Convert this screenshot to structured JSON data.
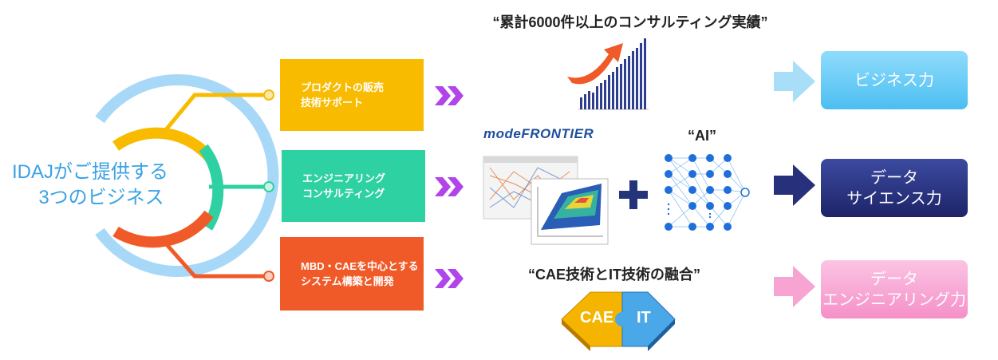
{
  "hub": {
    "title_line1": "IDAJがご提供する",
    "title_line2": "3つのビジネス"
  },
  "services": [
    {
      "line1": "プロダクトの販売",
      "line2": "技術サポート",
      "color": "#f9bb00"
    },
    {
      "line1": "エンジニアリング",
      "line2": "コンサルティング",
      "color": "#2ed1a2"
    },
    {
      "line1": "MBD・CAEを中心とする",
      "line2": "システム構築と開発",
      "color": "#f05a28"
    }
  ],
  "quotes": {
    "consulting": "“累計6000件以上のコンサルティング実績”",
    "ai": "“AI”",
    "cae_it": "“CAE技術とIT技術の融合”"
  },
  "brand_logo": "modeFRONTIER",
  "puzzle": {
    "left": "CAE",
    "right": "IT"
  },
  "results": [
    {
      "line1": "ビジネス力",
      "line2": "",
      "color": "#5ec8f5"
    },
    {
      "line1": "データ",
      "line2": "サイエンス力",
      "color": "#27307a"
    },
    {
      "line1": "データ",
      "line2": "エンジニアリング力",
      "color": "#f7a4d2"
    }
  ],
  "colors": {
    "hub_text": "#3aa3e3",
    "chevron": "#b145e9",
    "plus": "#24347a"
  }
}
